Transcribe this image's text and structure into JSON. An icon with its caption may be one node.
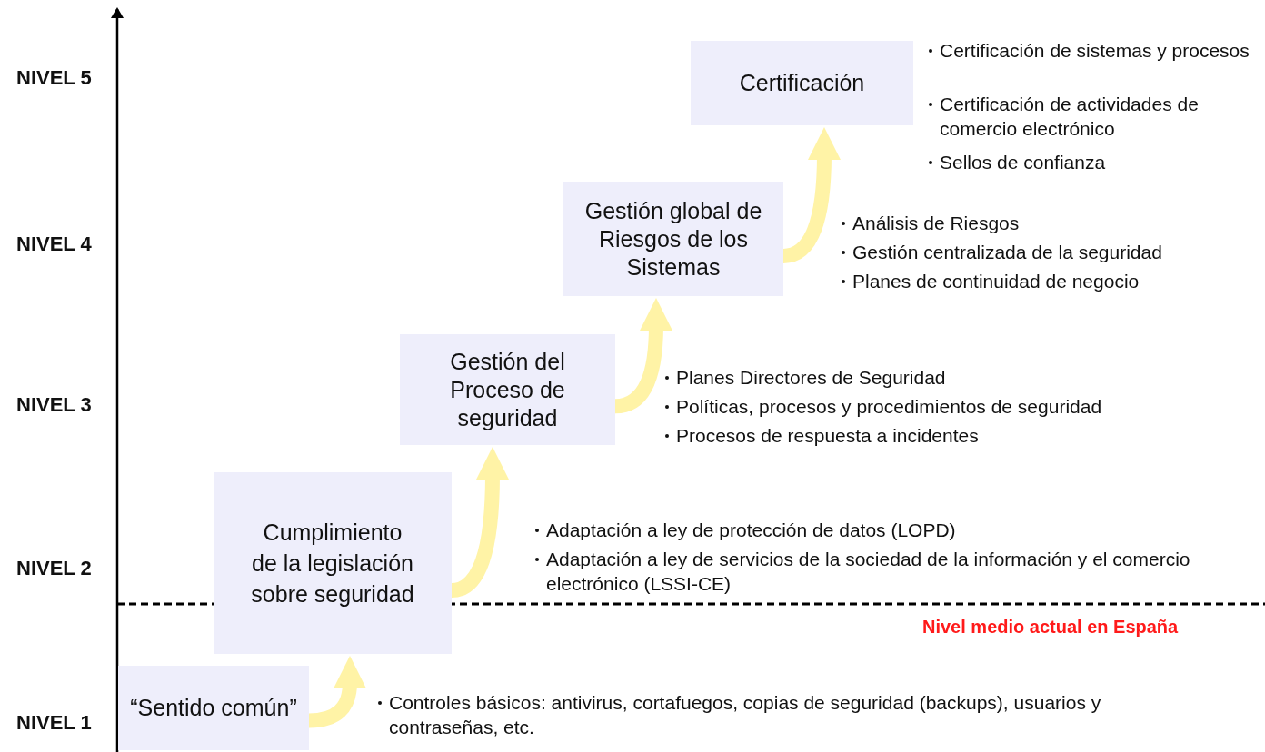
{
  "diagram": {
    "nodes": [
      {
        "text": [
          "“Sentido común”"
        ]
      },
      {
        "text": [
          "Cumplimiento de la legislación sobre seguridad"
        ]
      },
      {
        "text": [
          "Gestión del Proceso de seguridad"
        ]
      },
      {
        "text": [
          "Gestión global de Riesgos de los Sistemas"
        ]
      },
      {
        "text": [
          "Certificación"
        ]
      }
    ],
    "edges": [
      {
        "from": 0,
        "to": 1,
        "arrow": "to"
      },
      {
        "from": 1,
        "to": 2,
        "arrow": "to"
      },
      {
        "from": 2,
        "to": 3,
        "arrow": "to"
      },
      {
        "from": 3,
        "to": 4,
        "arrow": "to"
      }
    ],
    "labels": [
      "NIVEL 5",
      "Certificación de sistemas y procesos",
      "Certificación de actividades de comercio electrónico",
      "Sellos de confianza",
      "NIVEL 4",
      "Análisis de Riesgos",
      "Gestión centralizada de la seguridad",
      "Planes de continuidad de negocio",
      "NIVEL 3",
      "Planes Directores de Seguridad",
      "Políticas, procesos y procedimientos de seguridad",
      "Procesos de respuesta a incidentes",
      "NIVEL 2",
      "Adaptación a ley de protección de datos (LOPD)",
      "Adaptación a ley de servicios de la sociedad de la información y el comercio electrónico (LSSI-CE)",
      "Nivel medio actual en España",
      "NIVEL 1",
      "Controles básicos: antivirus, cortafuegos, copias de seguridad (backups), usuarios y contraseñas, etc."
    ]
  }
}
